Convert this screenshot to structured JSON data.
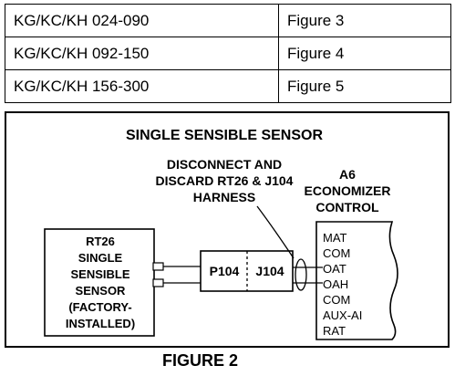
{
  "table": {
    "rows": [
      {
        "model": "KG/KC/KH 024-090",
        "figure": "Figure 3"
      },
      {
        "model": "KG/KC/KH 092-150",
        "figure": "Figure 4"
      },
      {
        "model": "KG/KC/KH 156-300",
        "figure": "Figure 5"
      }
    ]
  },
  "diagram": {
    "title": "SINGLE SENSIBLE SENSOR",
    "disconnect_note": [
      "DISCONNECT AND",
      "DISCARD RT26 & J104",
      "HARNESS"
    ],
    "controller": {
      "label_lines": [
        "A6",
        "ECONOMIZER",
        "CONTROL"
      ],
      "terminals": [
        "MAT",
        "COM",
        "OAT",
        "OAH",
        "COM",
        "AUX-AI",
        "RAT"
      ]
    },
    "sensor": {
      "label_lines": [
        "RT26",
        "SINGLE",
        "SENSIBLE",
        "SENSOR",
        "(FACTORY-",
        "INSTALLED)"
      ]
    },
    "connector": {
      "left": "P104",
      "right": "J104"
    },
    "figure_caption": "FIGURE 2"
  }
}
